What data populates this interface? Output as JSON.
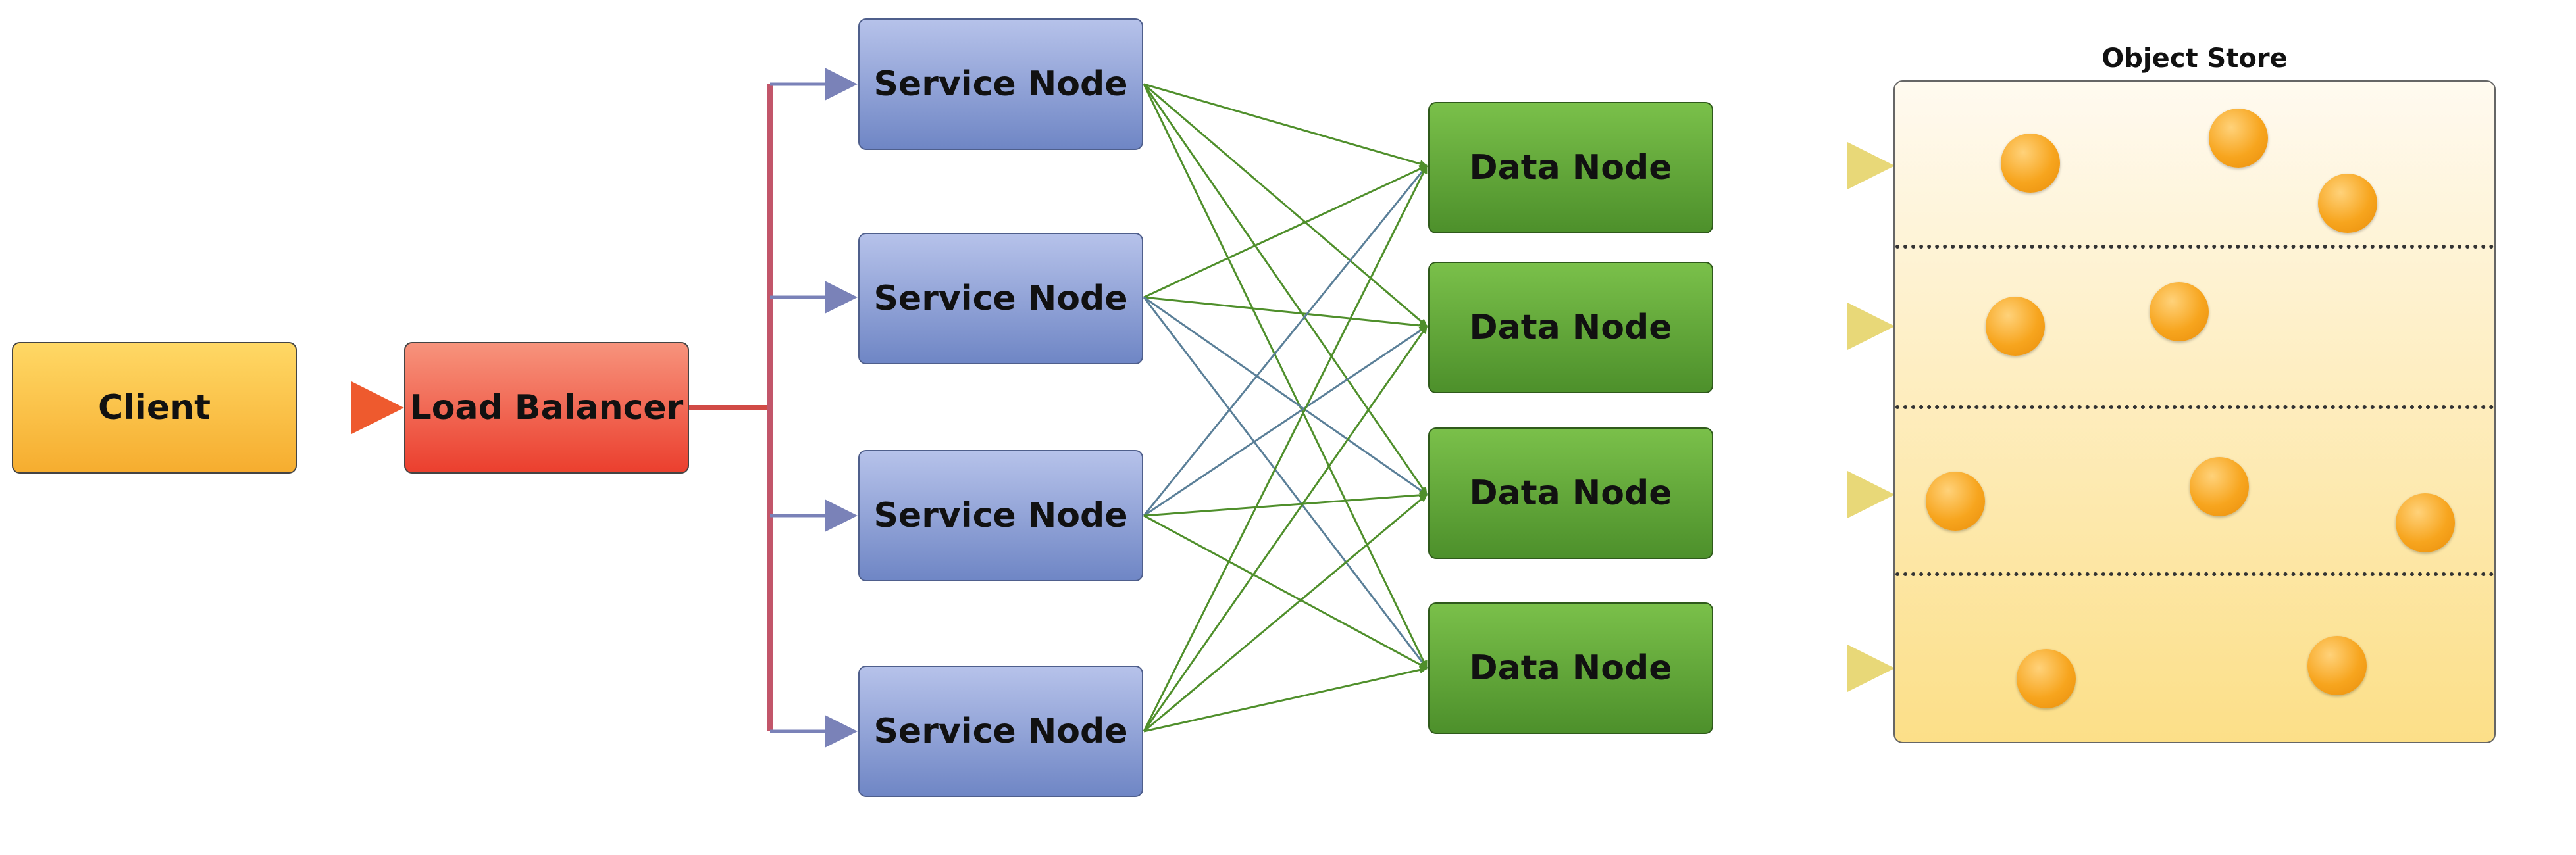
{
  "client": {
    "label": "Client"
  },
  "load_balancer": {
    "label": "Load Balancer"
  },
  "service_nodes": [
    {
      "label": "Service Node"
    },
    {
      "label": "Service Node"
    },
    {
      "label": "Service Node"
    },
    {
      "label": "Service Node"
    }
  ],
  "data_nodes": [
    {
      "label": "Data Node"
    },
    {
      "label": "Data Node"
    },
    {
      "label": "Data Node"
    },
    {
      "label": "Data Node"
    }
  ],
  "object_store": {
    "title": "Object Store"
  },
  "colors": {
    "client": "#f6ad2f",
    "load_balancer": "#eb3f2e",
    "service_node": "#6f86c5",
    "data_node": "#4d902b",
    "object": "#f7a51e",
    "lb_connector": "#c2566a",
    "service_arrow": "#7a82b8",
    "mesh_green": "#4f8f2b",
    "mesh_blue": "#5a7f98",
    "store_arrow": "#e8d878"
  }
}
